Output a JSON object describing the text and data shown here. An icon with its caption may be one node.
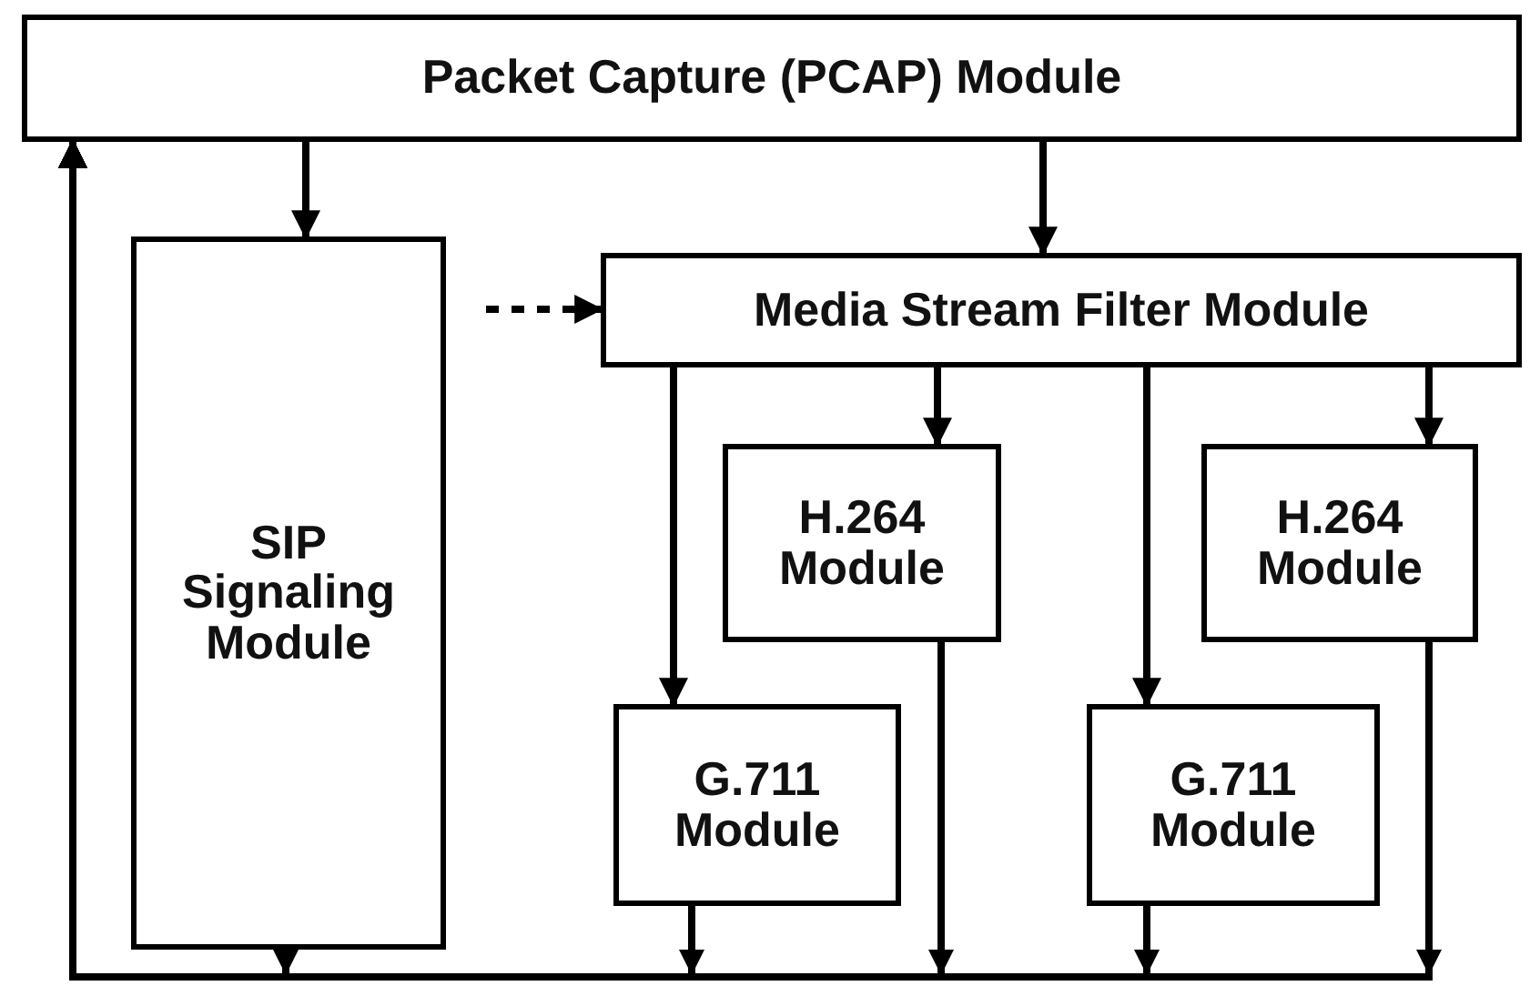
{
  "diagram": {
    "nodes": [
      {
        "text": [
          "Packet Capture (PCAP) Module"
        ]
      },
      {
        "text": [
          "SIP Signaling Module"
        ]
      },
      {
        "text": [
          "Media Stream Filter Module"
        ]
      },
      {
        "text": [
          "H.264 Module"
        ]
      },
      {
        "text": [
          "G.711 Module"
        ]
      },
      {
        "text": [
          "H.264 Module"
        ]
      },
      {
        "text": [
          "G.711 Module"
        ]
      }
    ],
    "edges": [
      {
        "from": 0,
        "to": 1,
        "arrow": "to"
      },
      {
        "from": 0,
        "to": 2,
        "arrow": "to"
      },
      {
        "from": 1,
        "to": 2,
        "arrow": "to",
        "style": "dashed"
      },
      {
        "from": 2,
        "to": 4,
        "arrow": "to"
      },
      {
        "from": 2,
        "to": 3,
        "arrow": "to"
      },
      {
        "from": 2,
        "to": 6,
        "arrow": "to"
      },
      {
        "from": 2,
        "to": 5,
        "arrow": "to"
      },
      {
        "from": 1,
        "to": 0,
        "arrow": "to"
      },
      {
        "from": 4,
        "to": 0,
        "arrow": "to"
      },
      {
        "from": 3,
        "to": 0,
        "arrow": "to"
      },
      {
        "from": 6,
        "to": 0,
        "arrow": "to"
      },
      {
        "from": 5,
        "to": 0,
        "arrow": "to"
      }
    ]
  }
}
